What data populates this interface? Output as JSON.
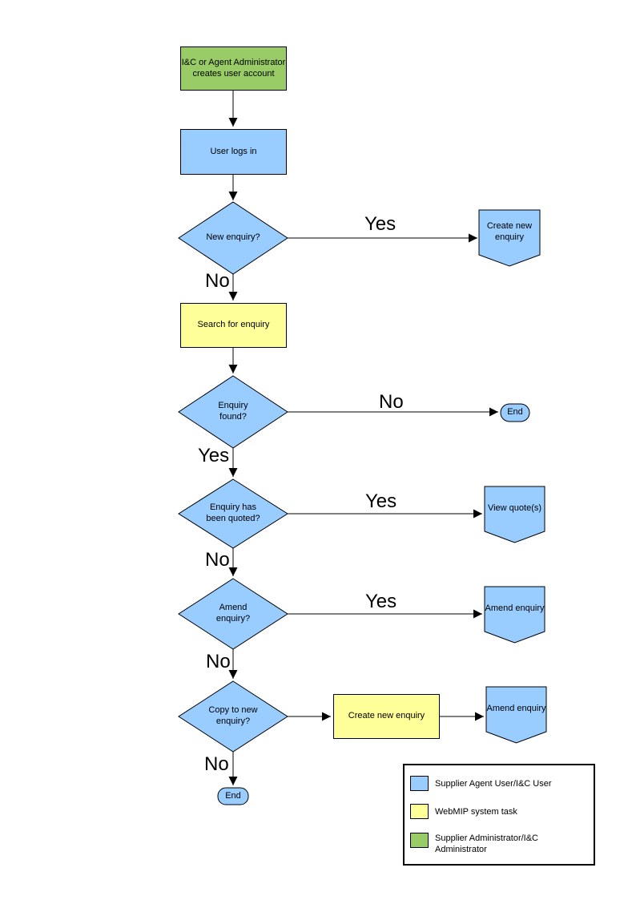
{
  "colors": {
    "actor_blue": "#99CCFF",
    "system_yellow": "#FFFF99",
    "admin_green": "#99CC66",
    "line": "#000000",
    "background": "#FFFFFF"
  },
  "nodes": {
    "admin_box": "I&C or Agent Administrator creates user account",
    "login_box": "User logs in",
    "new_enquiry_decision": "New enquiry?",
    "create_new_enquiry_offpage": "Create new enquiry",
    "search_box": "Search for enquiry",
    "enquiry_found_decision": "Enquiry found?",
    "end_terminator_1": "End",
    "quoted_decision": "Enquiry has been quoted?",
    "view_quotes_offpage": "View quote(s)",
    "amend_decision": "Amend enquiry?",
    "amend_enquiry_offpage_1": "Amend enquiry",
    "copy_decision": "Copy to new enquiry?",
    "create_new_enquiry_box": "Create new enquiry",
    "amend_enquiry_offpage_2": "Amend enquiry",
    "end_terminator_2": "End"
  },
  "edges": {
    "yes_new_enquiry": "Yes",
    "no_new_enquiry": "No",
    "no_enquiry_found": "No",
    "yes_enquiry_found": "Yes",
    "yes_quoted": "Yes",
    "no_quoted": "No",
    "yes_amend": "Yes",
    "no_amend": "No",
    "no_copy": "No"
  },
  "legend": {
    "items": [
      {
        "color": "#99CCFF",
        "label": "Supplier Agent User/I&C User"
      },
      {
        "color": "#FFFF99",
        "label": "WebMIP system task"
      },
      {
        "color": "#99CC66",
        "label": "Supplier Administrator/I&C Administrator"
      }
    ]
  }
}
